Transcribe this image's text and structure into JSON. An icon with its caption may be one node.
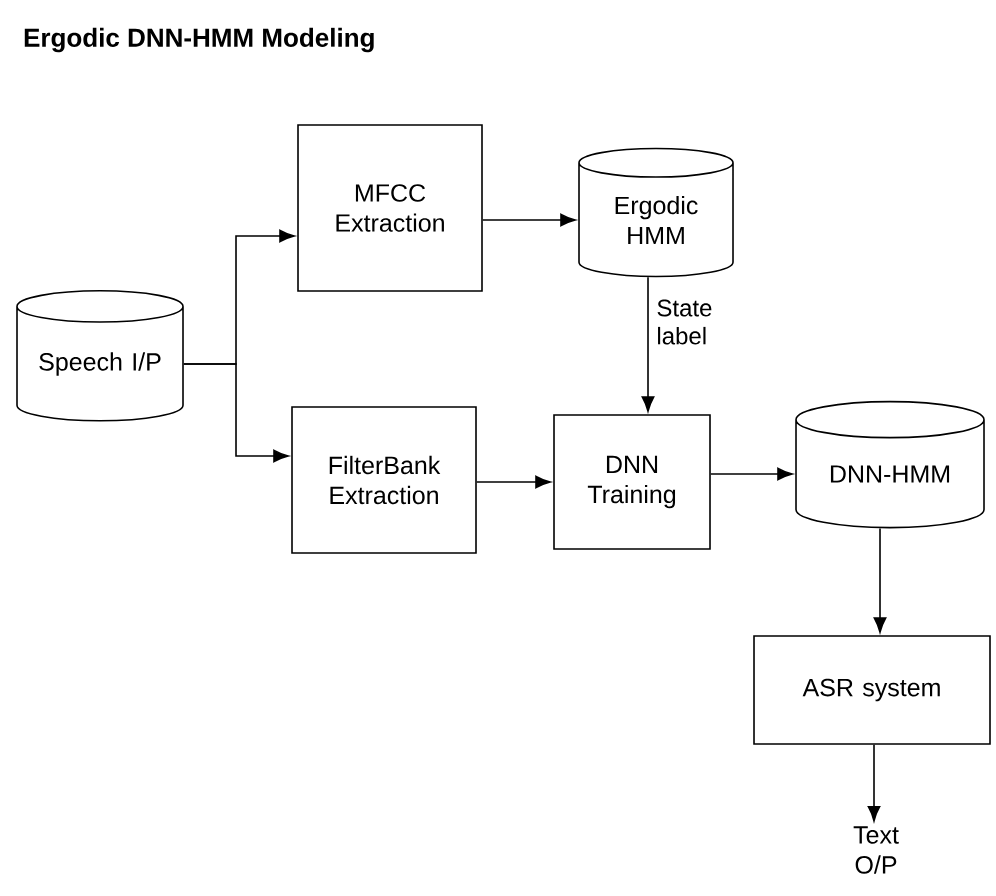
{
  "diagram": {
    "title": "Ergodic DNN-HMM Modeling",
    "nodes": [
      {
        "text": [
          "Speech I/P"
        ]
      },
      {
        "text": [
          "MFCC Extraction"
        ]
      },
      {
        "text": [
          "Ergodic HMM"
        ]
      },
      {
        "text": [
          "FilterBank Extraction"
        ]
      },
      {
        "text": [
          "DNN Training"
        ]
      },
      {
        "text": [
          "DNN-HMM"
        ]
      },
      {
        "text": [
          "ASR system"
        ]
      },
      {
        "text": [
          "Text O/P"
        ]
      }
    ],
    "edges": [
      {
        "from": 0,
        "to": 1,
        "arrow": "to"
      },
      {
        "from": 0,
        "to": 3,
        "arrow": "to"
      },
      {
        "from": 1,
        "to": 2,
        "arrow": "to"
      },
      {
        "from": 2,
        "to": 4,
        "arrow": "to",
        "label": "State label"
      },
      {
        "from": 3,
        "to": 4,
        "arrow": "to"
      },
      {
        "from": 4,
        "to": 5,
        "arrow": "to"
      },
      {
        "from": 5,
        "to": 6,
        "arrow": "to"
      },
      {
        "from": 6,
        "to": 7,
        "arrow": "to"
      }
    ]
  }
}
